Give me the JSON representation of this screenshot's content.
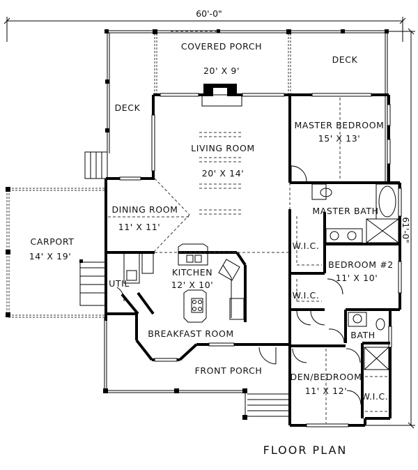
{
  "plan": {
    "title": "FLOOR PLAN",
    "dimensions": {
      "width": "60'-0\"",
      "depth": "61'-0\""
    },
    "rooms": [
      {
        "name": "COVERED PORCH",
        "size": "20' X 9'"
      },
      {
        "name": "DECK",
        "size": ""
      },
      {
        "name": "DECK",
        "size": ""
      },
      {
        "name": "LIVING ROOM",
        "size": "20' X 14'"
      },
      {
        "name": "MASTER BEDROOM",
        "size": "15' X 13'"
      },
      {
        "name": "MASTER BATH",
        "size": ""
      },
      {
        "name": "DINING ROOM",
        "size": "11' X 11'"
      },
      {
        "name": "CARPORT",
        "size": "14' X 19'"
      },
      {
        "name": "KITCHEN",
        "size": "12' X 10'"
      },
      {
        "name": "UTIL",
        "size": ""
      },
      {
        "name": "W.I.C.",
        "size": ""
      },
      {
        "name": "W.I.C.",
        "size": ""
      },
      {
        "name": "BEDROOM #2",
        "size": "11' X 10'"
      },
      {
        "name": "BREAKFAST ROOM",
        "size": ""
      },
      {
        "name": "BATH",
        "size": ""
      },
      {
        "name": "FRONT PORCH",
        "size": ""
      },
      {
        "name": "DEN/BEDROOM",
        "size": "11' X 12'"
      },
      {
        "name": "W.I.C.",
        "size": ""
      }
    ],
    "colors": {
      "line": "#000000",
      "background": "#ffffff"
    }
  }
}
